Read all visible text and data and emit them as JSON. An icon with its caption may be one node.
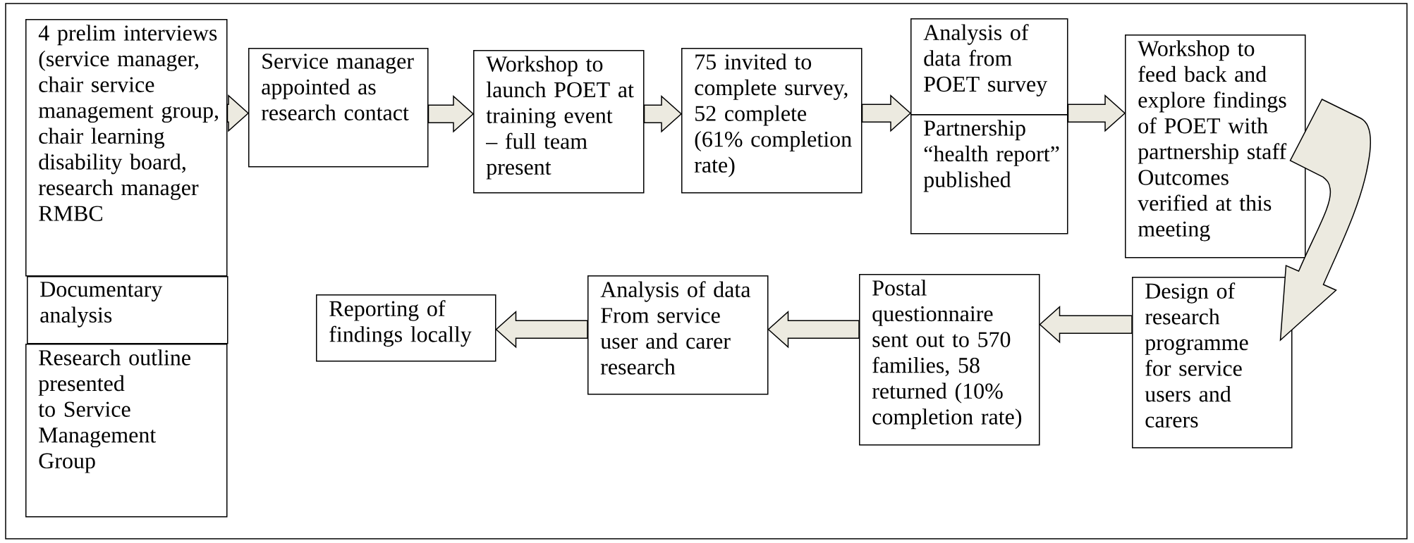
{
  "diagram": {
    "nodes": [
      {
        "text": [
          "4 prelim interviews (service manager, chair service management group, chair learning disability board, research manager RMBC"
        ]
      },
      {
        "text": [
          "Documentary analysis"
        ]
      },
      {
        "text": [
          "Research outline presented to Service Management Group"
        ]
      },
      {
        "text": [
          "Service manager appointed as research contact"
        ]
      },
      {
        "text": [
          "Workshop to launch POET at training event – full team present"
        ]
      },
      {
        "text": [
          "75 invited to complete survey, 52 complete (61% completion rate)"
        ]
      },
      {
        "text": [
          "Analysis of data from POET survey"
        ]
      },
      {
        "text": [
          "Partnership “health report” published"
        ]
      },
      {
        "text": [
          "Workshop to feed back and explore findings of POET with partnership staff",
          "Outcomes verified at this meeting"
        ]
      },
      {
        "text": [
          "Design of research programme for service users and carers"
        ]
      },
      {
        "text": [
          "Postal questionnaire sent out to 570 families, 58 returned (10% completion rate)"
        ]
      },
      {
        "text": [
          "Analysis of data From service user and carer research"
        ]
      },
      {
        "text": [
          "Reporting of findings locally"
        ]
      }
    ],
    "edges": [
      {
        "from": 0,
        "to": 3,
        "arrow": "to"
      },
      {
        "from": 3,
        "to": 4,
        "arrow": "to"
      },
      {
        "from": 4,
        "to": 5,
        "arrow": "to"
      },
      {
        "from": 5,
        "to": 6,
        "arrow": "to"
      },
      {
        "from": 7,
        "to": 8,
        "arrow": "to"
      },
      {
        "from": 8,
        "to": 9,
        "arrow": "to"
      },
      {
        "from": 9,
        "to": 10,
        "arrow": "to"
      },
      {
        "from": 10,
        "to": 11,
        "arrow": "to"
      },
      {
        "from": 11,
        "to": 12,
        "arrow": "to"
      }
    ]
  }
}
